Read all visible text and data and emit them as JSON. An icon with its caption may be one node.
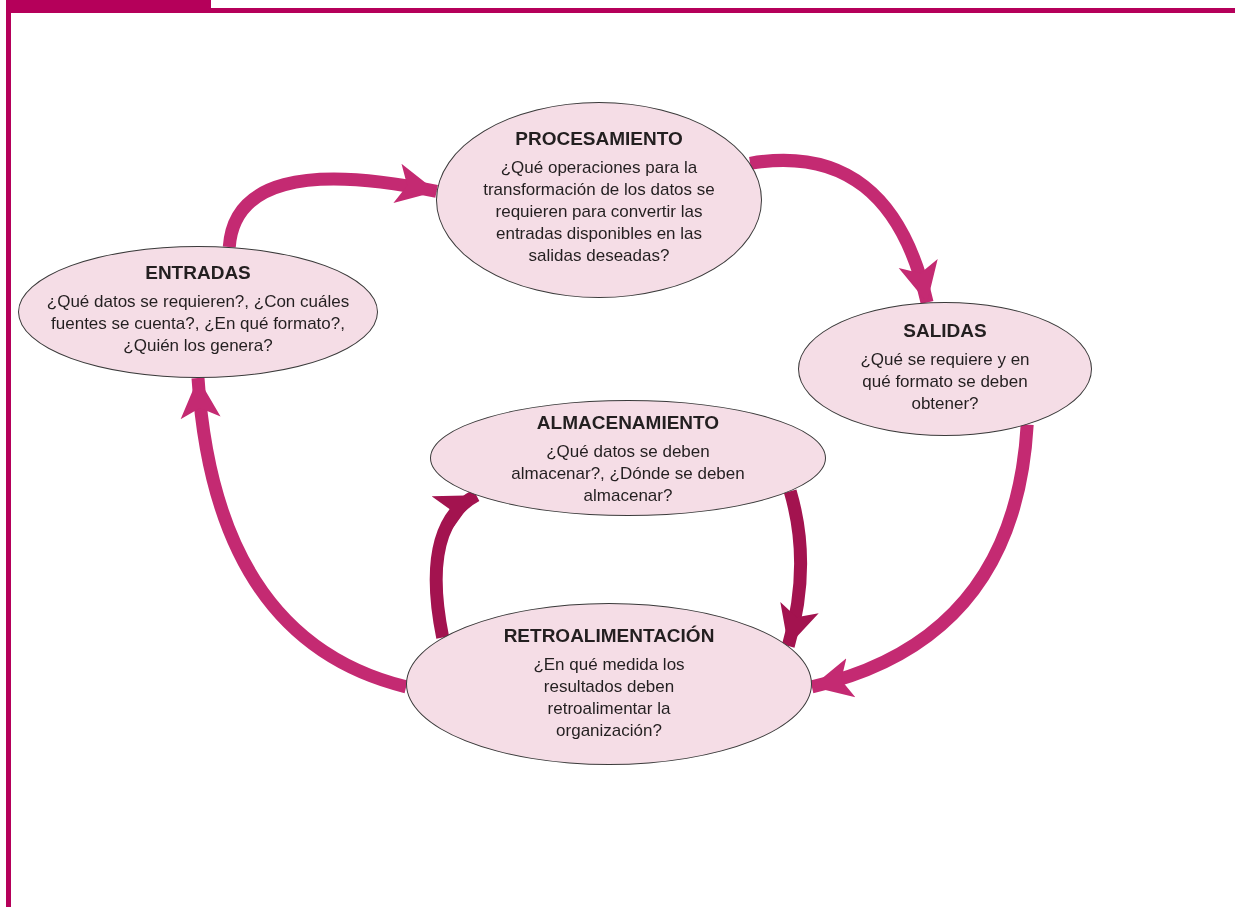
{
  "diagram": {
    "nodes": [
      {
        "text": [
          "PROCESAMIENTO",
          "¿Qué operaciones para la transformación de los datos se requieren para convertir las entradas disponibles en las salidas deseadas?"
        ]
      },
      {
        "text": [
          "ENTRADAS",
          "¿Qué datos se requieren?, ¿Con cuáles fuentes se cuenta?, ¿En qué formato?, ¿Quién los genera?"
        ]
      },
      {
        "text": [
          "SALIDAS",
          "¿Qué se requiere y en qué formato se deben obtener?"
        ]
      },
      {
        "text": [
          "ALMACENAMIENTO",
          "¿Qué datos se deben almacenar?, ¿Dónde se deben almacenar?"
        ]
      },
      {
        "text": [
          "RETROALIMENTACIÓN",
          "¿En qué medida los resultados deben retroalimentar la organización?"
        ]
      }
    ],
    "edges": [
      {
        "from": 1,
        "to": 0,
        "arrow": "to"
      },
      {
        "from": 0,
        "to": 2,
        "arrow": "to"
      },
      {
        "from": 2,
        "to": 4,
        "arrow": "to"
      },
      {
        "from": 4,
        "to": 1,
        "arrow": "to"
      },
      {
        "from": 4,
        "to": 3,
        "arrow": "to",
        "color": "#a3134f"
      },
      {
        "from": 3,
        "to": 4,
        "arrow": "to",
        "color": "#a3134f"
      }
    ]
  }
}
